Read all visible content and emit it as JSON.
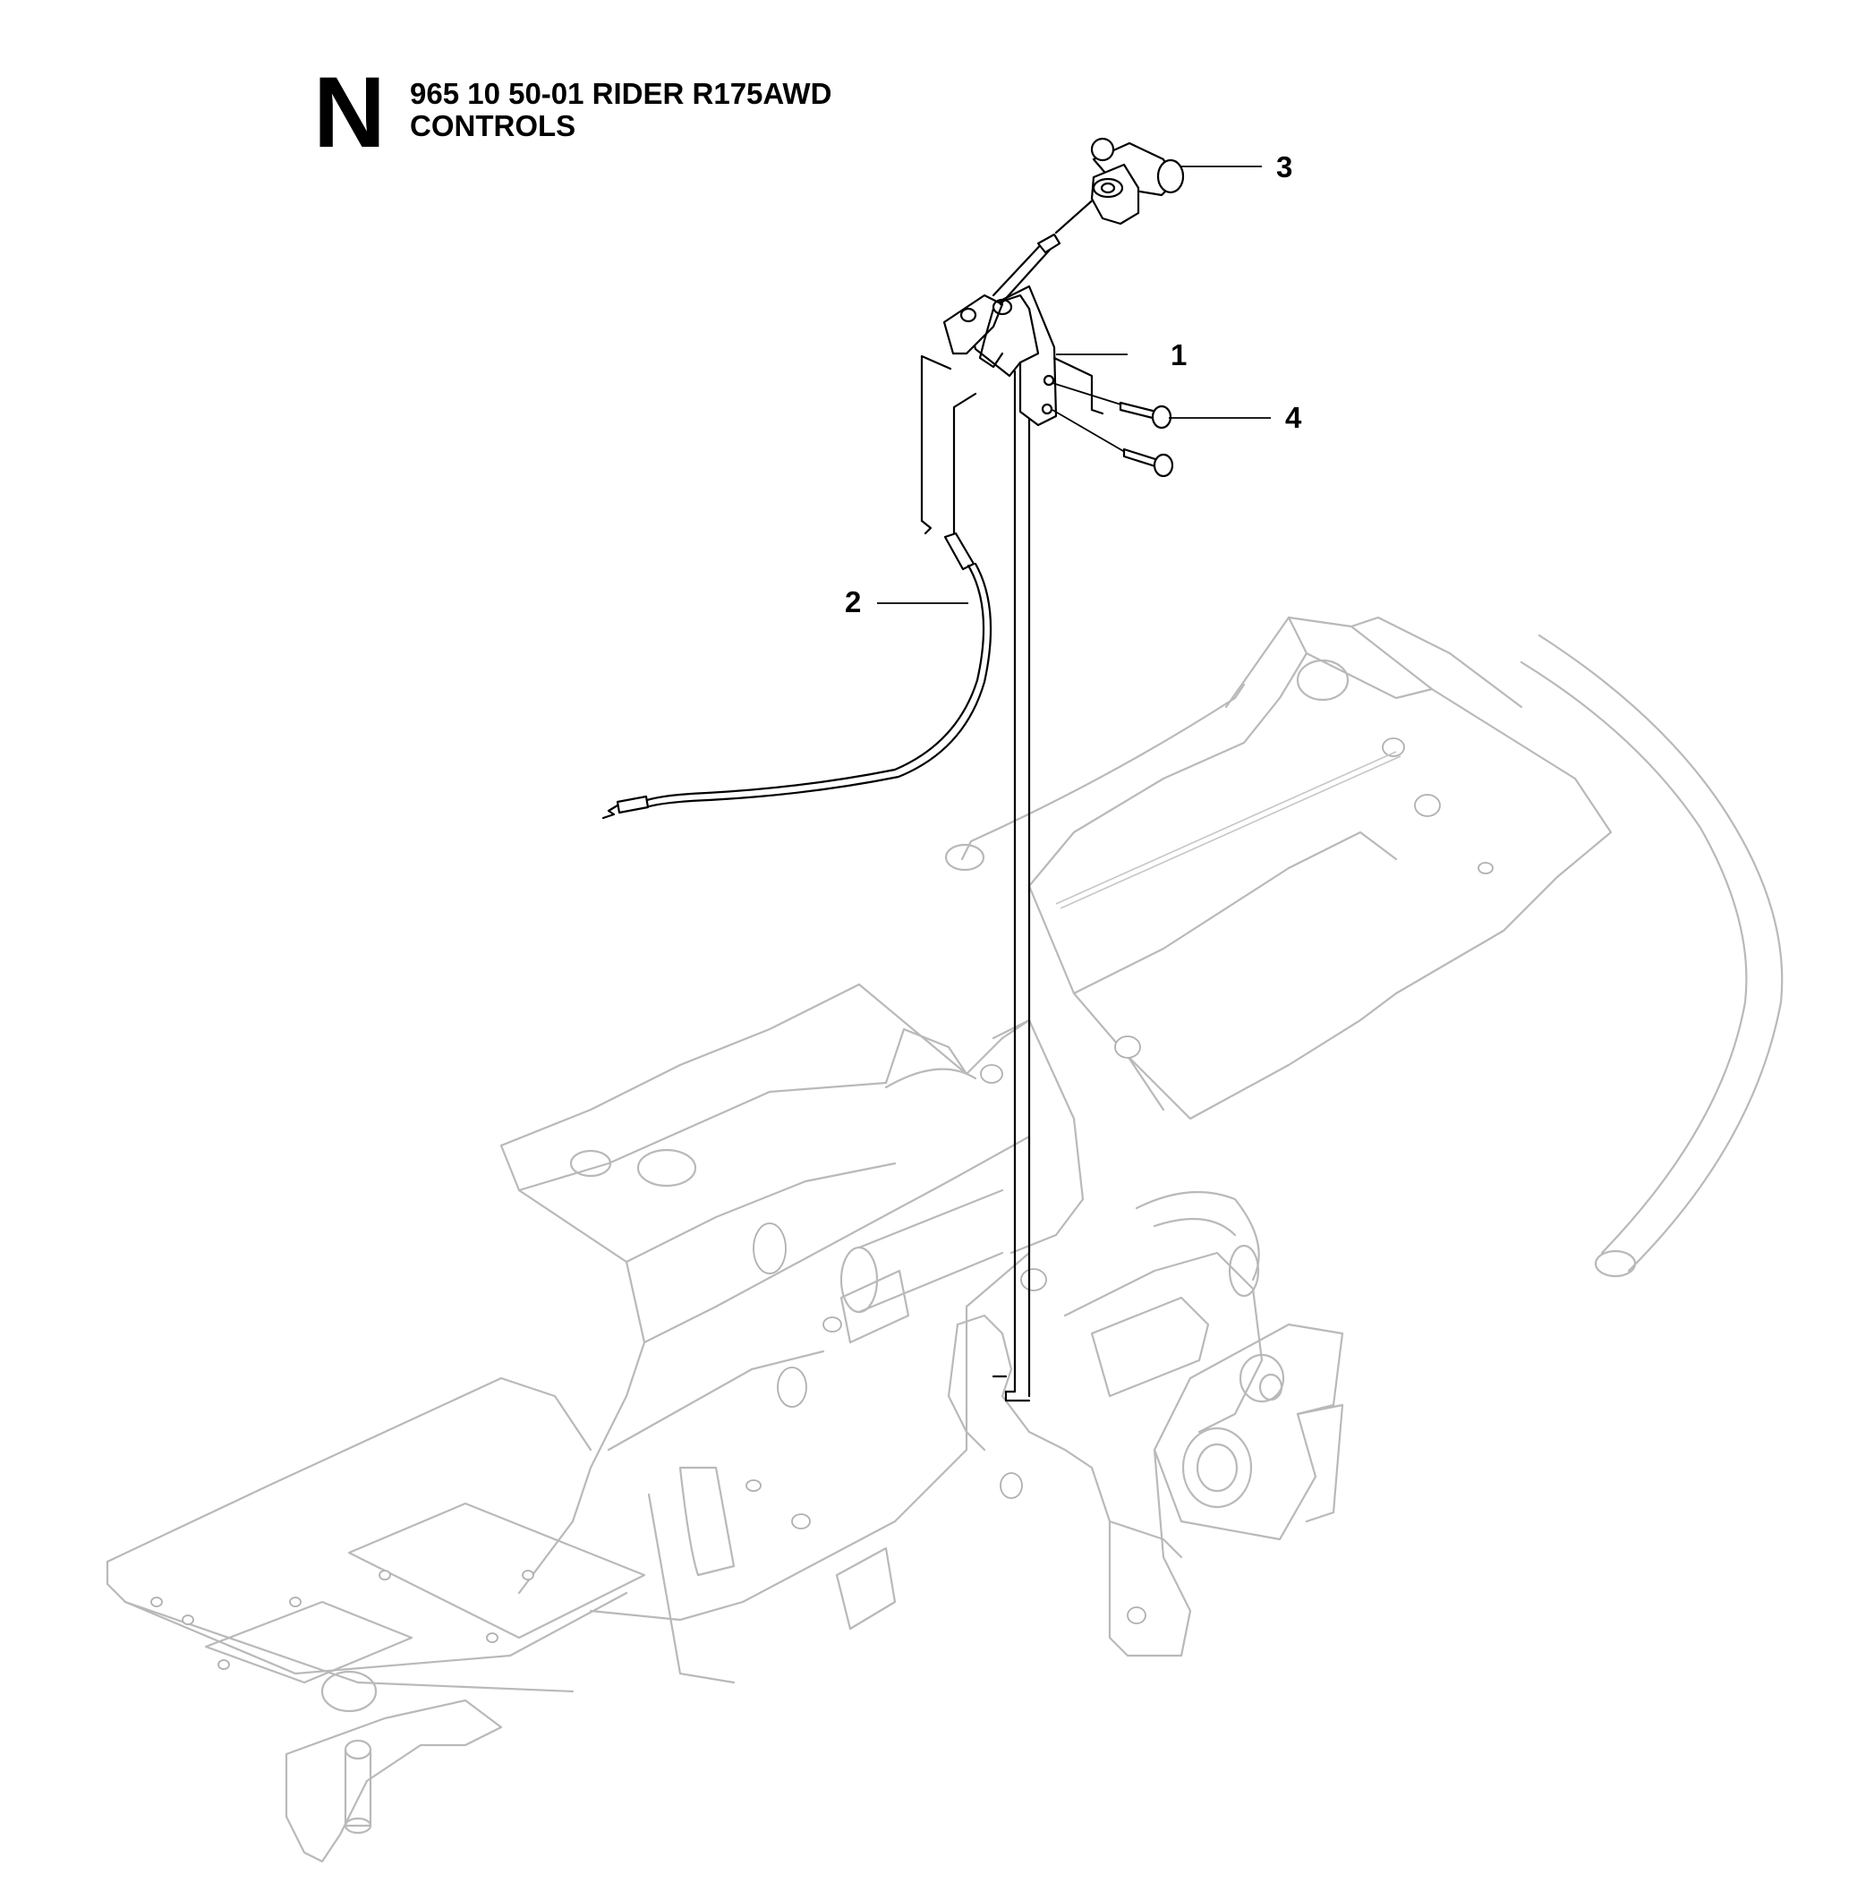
{
  "header": {
    "section_letter": "N",
    "line1": "965 10 50-01 RIDER R175AWD",
    "line2": "CONTROLS"
  },
  "callouts": [
    "1",
    "2",
    "3",
    "4"
  ]
}
